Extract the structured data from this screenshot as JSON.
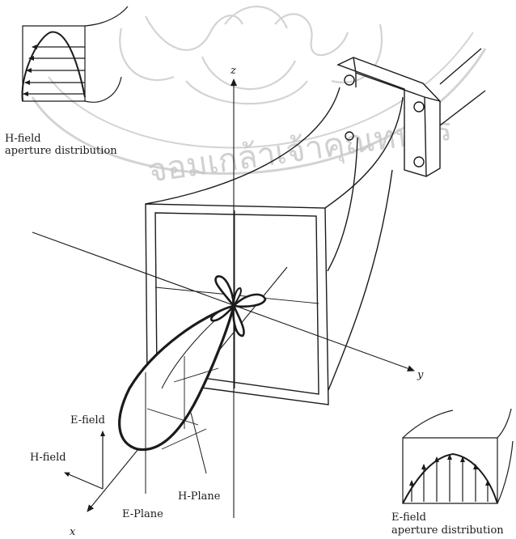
{
  "labels": {
    "h_field_caption_line1": "H-field",
    "h_field_caption_line2": "aperture distribution",
    "e_field_caption_line1": "E-field",
    "e_field_caption_line2": "aperture distribution",
    "axis_z": "z",
    "axis_y": "y",
    "axis_x": "x",
    "e_field_vector": "E-field",
    "h_field_vector": "H-field",
    "e_plane": "E-Plane",
    "h_plane": "H-Plane"
  },
  "watermark": {
    "text": "จอมเกล้าเจ้าคุณทหาร",
    "color": "#c8c8c8"
  },
  "colors": {
    "ink": "#1b1b1b",
    "paper": "#ffffff"
  }
}
